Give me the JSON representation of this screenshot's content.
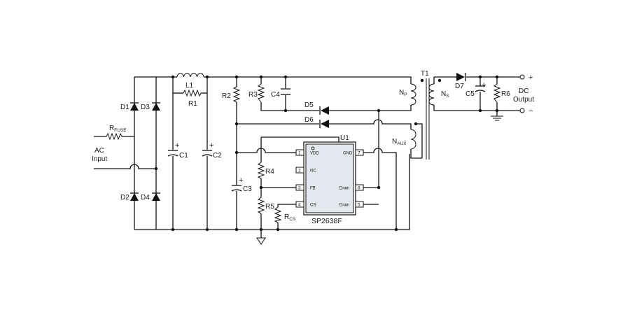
{
  "labels": {
    "rfuse": "R",
    "rfuse_sub": "FUSE",
    "ac1": "AC",
    "ac2": "Input",
    "d1": "D1",
    "d2": "D2",
    "d3": "D3",
    "d4": "D4",
    "l1": "L1",
    "r1": "R1",
    "c1": "C1",
    "c2": "C2",
    "c3": "C3",
    "c4": "C4",
    "c5": "C5",
    "r2": "R2",
    "r3": "R3",
    "r4": "R4",
    "r5": "R5",
    "r6": "R6",
    "rcs": "R",
    "rcs_sub": "CS",
    "d5": "D5",
    "d6": "D6",
    "d7": "D7",
    "t1": "T1",
    "np": "N",
    "np_sub": "P",
    "ns": "N",
    "ns_sub": "S",
    "naux": "N",
    "naux_sub": "AUX",
    "u1": "U1",
    "dc1": "DC",
    "dc2": "Output",
    "plus": "+",
    "minus": "−",
    "cap_plus": "+"
  },
  "ic": {
    "name": "SP2638F",
    "pins": [
      {
        "num": "1",
        "name": "VDD"
      },
      {
        "num": "2",
        "name": "NC"
      },
      {
        "num": "3",
        "name": "FB"
      },
      {
        "num": "4",
        "name": "CS"
      },
      {
        "num": "5",
        "name": "Drain"
      },
      {
        "num": "6",
        "name": "Drain"
      },
      {
        "num": "7",
        "name": "GND"
      }
    ]
  }
}
